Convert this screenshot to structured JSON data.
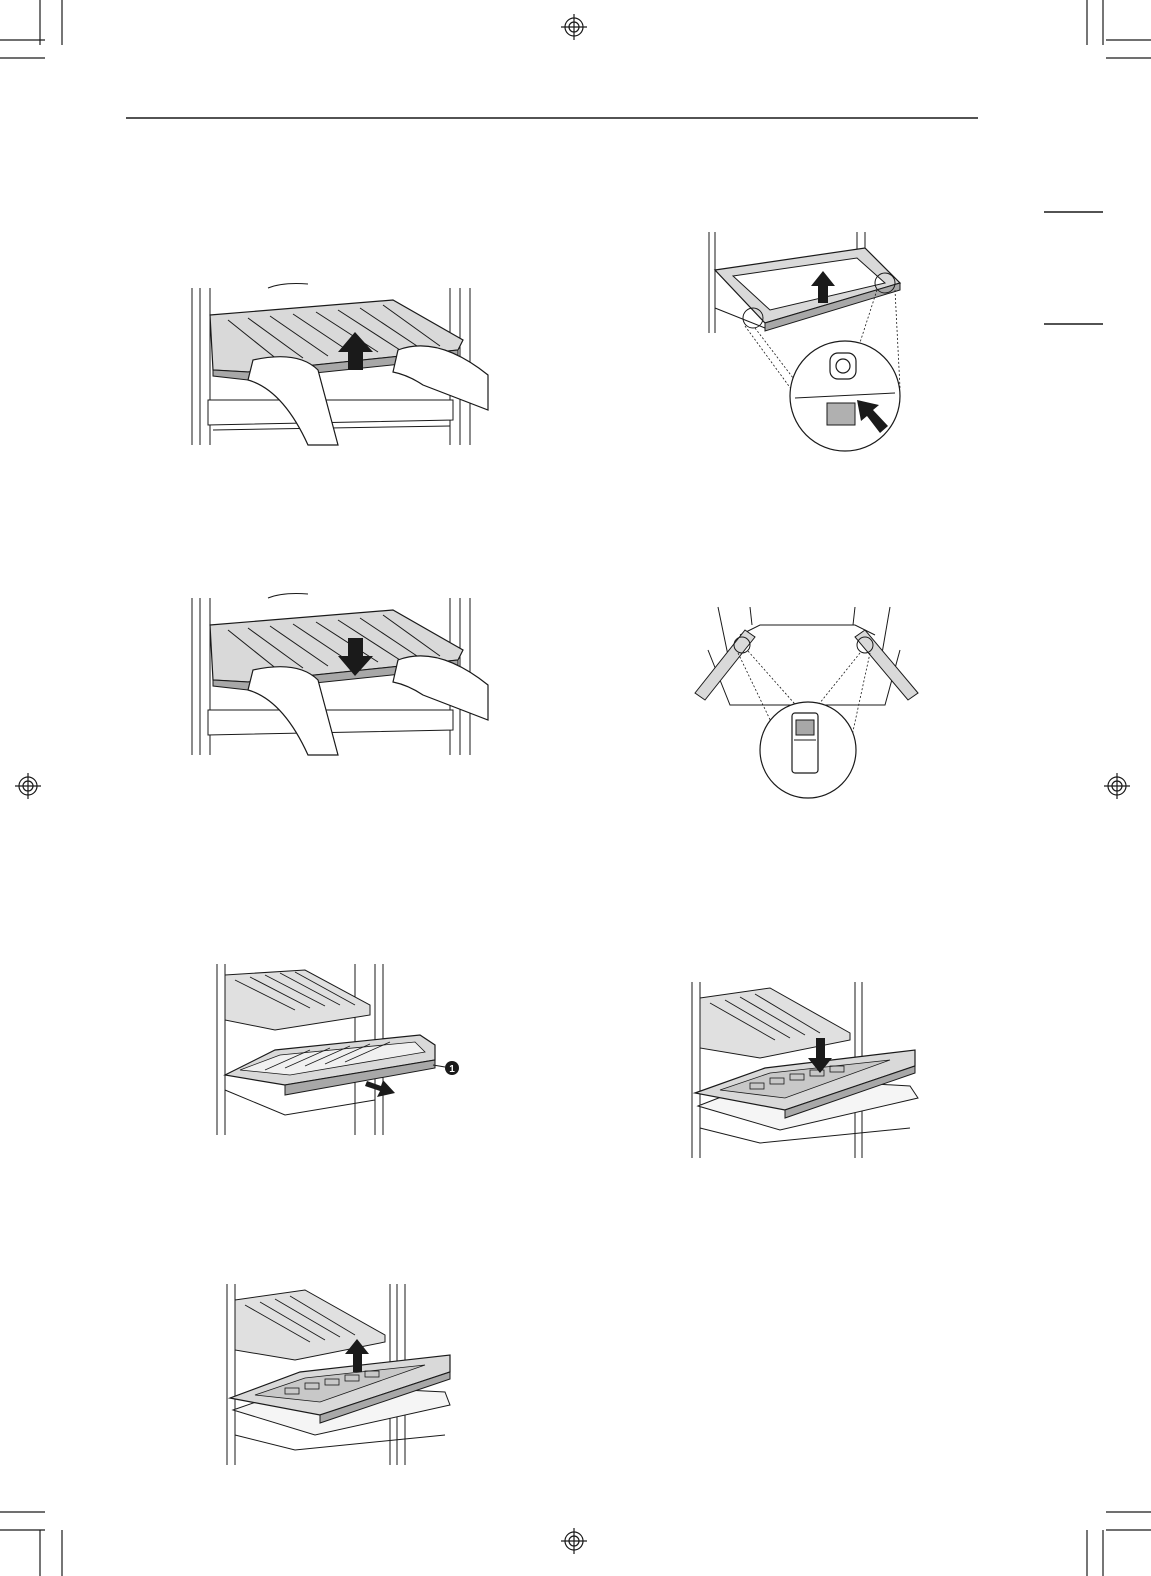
{
  "page": {
    "background": "#ffffff",
    "ink": "#1a1a1a",
    "shelf_fill": "#d9d9d9",
    "shelf_dark": "#a8a8a8"
  },
  "figures": [
    {
      "id": "shelf-remove",
      "icon": "arrow-up",
      "description_hidden": ""
    },
    {
      "id": "basket-lift",
      "icon": "arrow-up"
    },
    {
      "id": "shelf-install",
      "icon": "arrow-down"
    },
    {
      "id": "door-bin",
      "icon": "latch-detail"
    },
    {
      "id": "drawer-pull",
      "icon": "arrow-right",
      "callout": "1"
    },
    {
      "id": "drawer-insert",
      "icon": "arrow-down"
    },
    {
      "id": "drawer-lift",
      "icon": "arrow-up"
    }
  ],
  "callout_label": "1"
}
